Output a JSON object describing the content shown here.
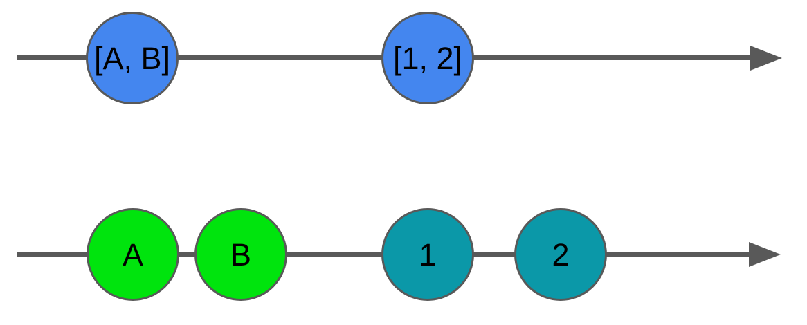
{
  "diagram": {
    "background": "#ffffff",
    "colors": {
      "timeline": "#595959",
      "marble_border": "#595959",
      "marble_text": "#000000",
      "array_marble_fill": "#4486ef",
      "letter_marble_fill": "#00e40d",
      "number_marble_fill": "#0b98a8"
    },
    "source_stream": {
      "marbles": [
        {
          "label": "[A, B]",
          "fill": "#4486ef"
        },
        {
          "label": "[1, 2]",
          "fill": "#4486ef"
        }
      ]
    },
    "output_stream": {
      "marbles": [
        {
          "label": "A",
          "fill": "#00e40d"
        },
        {
          "label": "B",
          "fill": "#00e40d"
        },
        {
          "label": "1",
          "fill": "#0b98a8"
        },
        {
          "label": "2",
          "fill": "#0b98a8"
        }
      ]
    }
  }
}
